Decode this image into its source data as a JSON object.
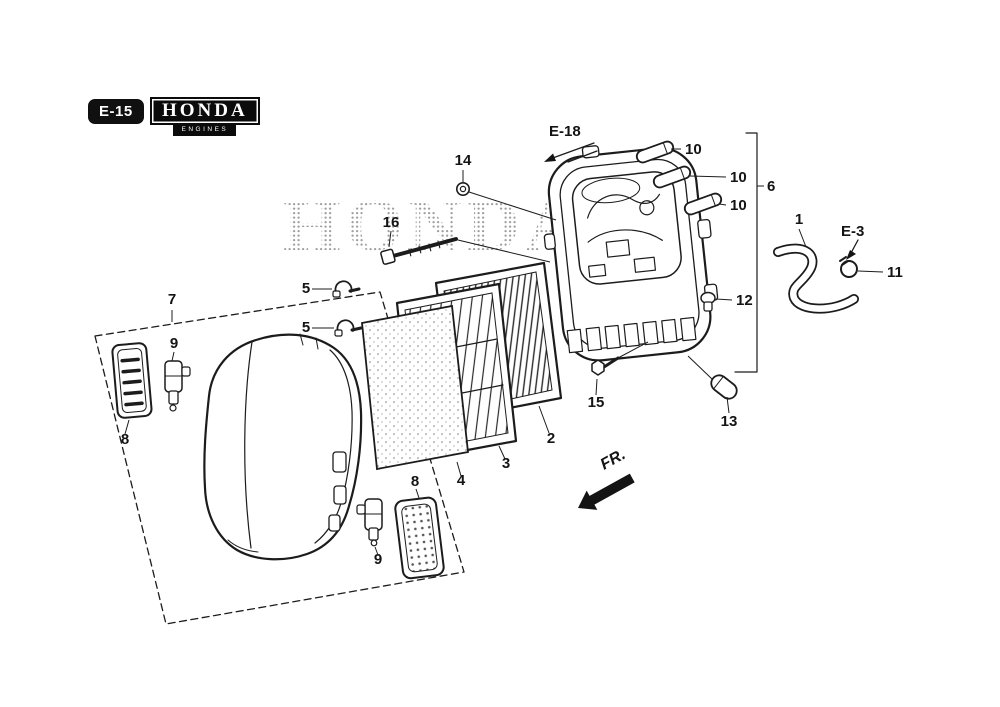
{
  "header": {
    "page_code": "E-15",
    "brand": "HONDA",
    "brand_sub": "ENGINES"
  },
  "watermark": "HONDA",
  "refs": {
    "assembly_ref_top": "E-18",
    "assembly_ref_right": "E-3",
    "front_direction": "FR."
  },
  "callouts": {
    "n1": "1",
    "n2": "2",
    "n3": "3",
    "n4": "4",
    "n5": "5",
    "n6": "6",
    "n7": "7",
    "n8": "8",
    "n9": "9",
    "n10": "10",
    "n11": "11",
    "n12": "12",
    "n13": "13",
    "n14": "14",
    "n15": "15",
    "n16": "16"
  }
}
